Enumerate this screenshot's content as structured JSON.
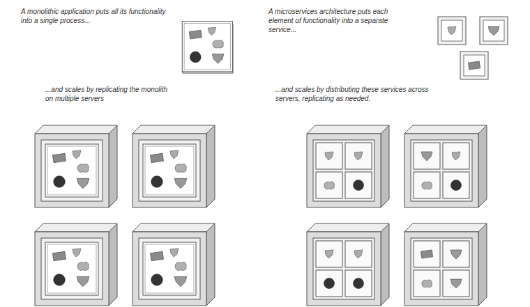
{
  "diagram": {
    "labels": [
      "A monolithic application puts all its functionality into a single process...",
      "...and scales by replicating the monolith on multiple servers",
      "A microservices architecture puts each element of functionality into a separate service...",
      "...and scales by distributing these services across servers, replicating as needed."
    ]
  }
}
